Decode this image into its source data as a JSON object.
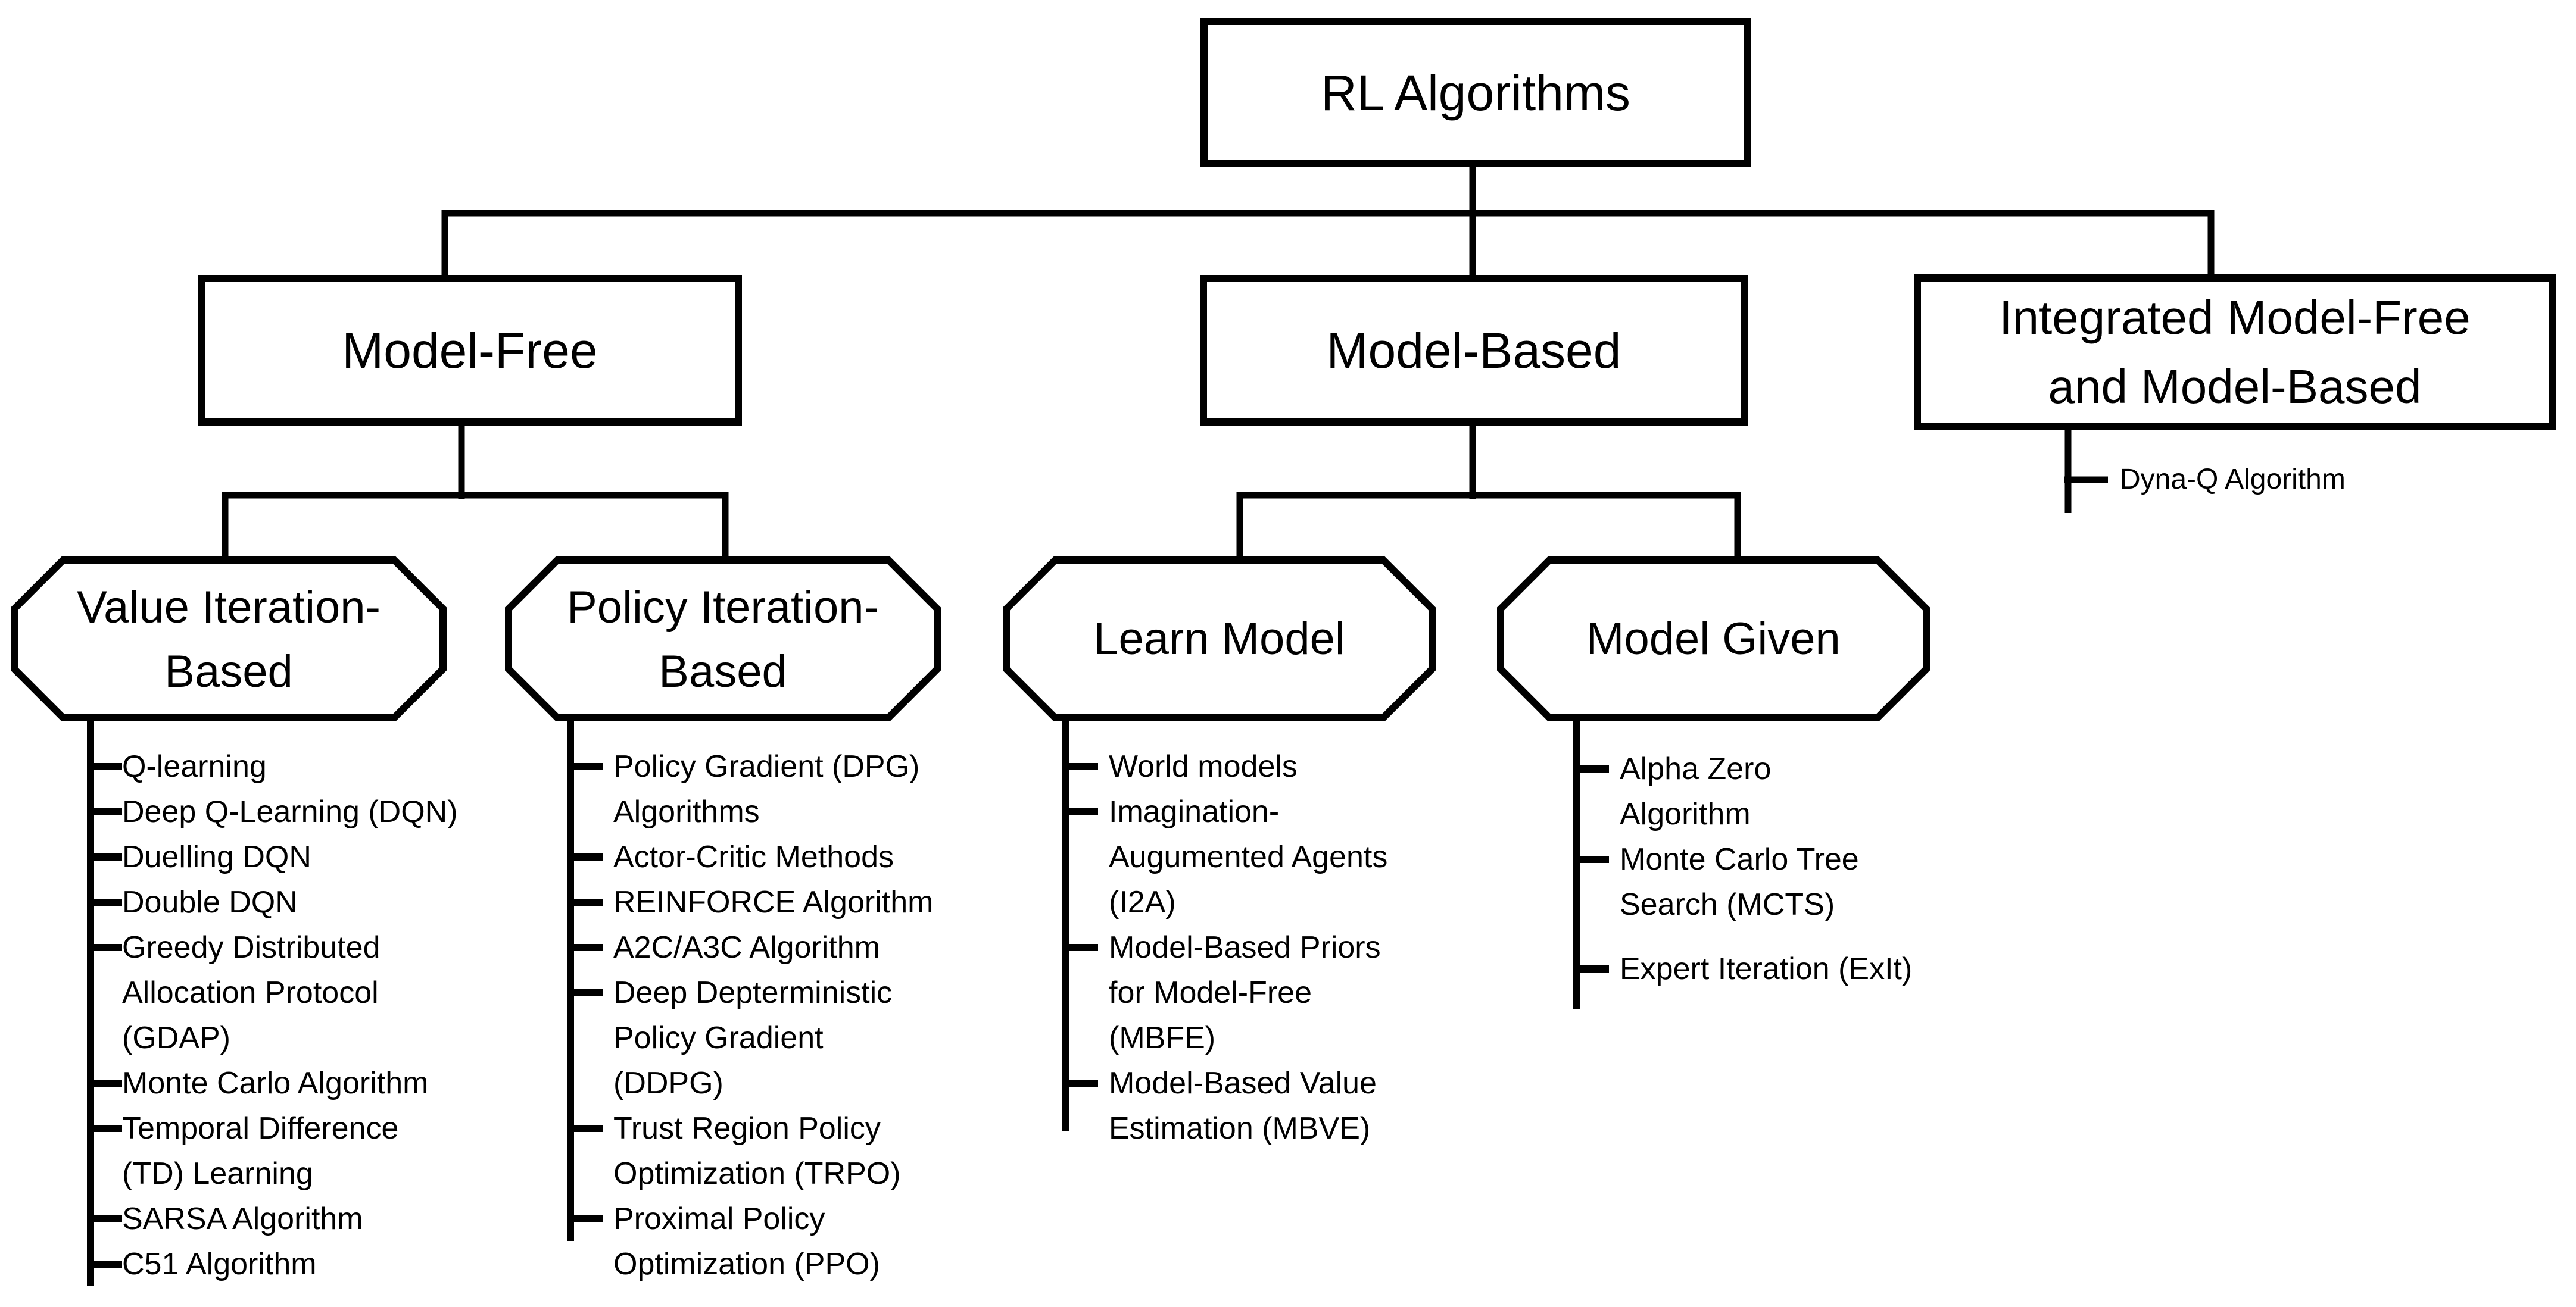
{
  "colors": {
    "ink": "#000000",
    "background": "#ffffff"
  },
  "root": {
    "label": "RL Algorithms"
  },
  "branches": [
    {
      "label": "Model-Free",
      "children": [
        {
          "label": "Value Iteration-\nBased",
          "items": [
            "Q-learning",
            "Deep Q-Learning (DQN)",
            "Duelling DQN",
            "Double DQN",
            "Greedy Distributed\nAllocation Protocol\n(GDAP)",
            "Monte Carlo Algorithm",
            "Temporal Difference\n(TD) Learning",
            "SARSA Algorithm",
            "C51 Algorithm"
          ]
        },
        {
          "label": "Policy Iteration-\nBased",
          "items": [
            "Policy Gradient (DPG)\nAlgorithms",
            "Actor-Critic Methods",
            "REINFORCE Algorithm",
            "A2C/A3C Algorithm",
            "Deep Depterministic\nPolicy Gradient\n(DDPG)",
            "Trust Region Policy\nOptimization (TRPO)",
            "Proximal Policy\nOptimization (PPO)"
          ]
        }
      ]
    },
    {
      "label": "Model-Based",
      "children": [
        {
          "label": "Learn Model",
          "items": [
            "World models",
            "Imagination-\nAugumented Agents\n(I2A)",
            "Model-Based Priors\nfor Model-Free\n(MBFE)",
            "Model-Based Value\nEstimation (MBVE)"
          ]
        },
        {
          "label": "Model Given",
          "items": [
            "Alpha Zero\nAlgorithm",
            "Monte Carlo Tree\nSearch (MCTS)",
            "Expert Iteration (ExIt)"
          ]
        }
      ]
    },
    {
      "label": "Integrated Model-Free\nand Model-Based",
      "items": [
        "Dyna-Q Algorithm"
      ]
    }
  ]
}
